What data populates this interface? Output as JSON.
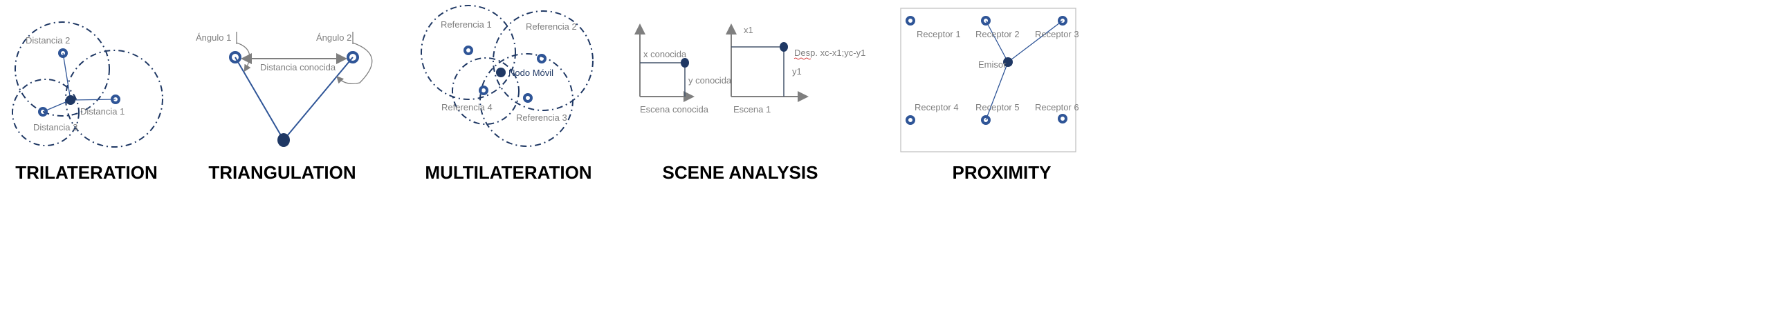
{
  "panels": {
    "trilateration": {
      "title": "TRILATERATION",
      "labels": [
        "Distancia 2",
        "Distancia 1",
        "Distancia 3"
      ]
    },
    "triangulation": {
      "title": "TRIANGULATION",
      "angle1": "Ángulo 1",
      "angle2": "Ángulo 2",
      "distance": "Distancia conocida"
    },
    "multilateration": {
      "title": "MULTILATERATION",
      "labels": [
        "Referencia 1",
        "Referencia 2",
        "Referencia 3",
        "Referencia 4"
      ],
      "mobile": "Nodo Móvil"
    },
    "scene_analysis": {
      "title": "SCENE ANALYSIS",
      "known_x": "x conocida",
      "known_y": "y conocida",
      "known_scene": "Escena conocida",
      "x1": "x1",
      "y1": "y1",
      "displacement": "Desp. xc-x1;yc-y1",
      "scene1": "Escena 1"
    },
    "proximity": {
      "title": "PROXIMITY",
      "receptors": [
        "Receptor 1",
        "Receptor 2",
        "Receptor 3",
        "Receptor 4",
        "Receptor 5",
        "Receptor 6"
      ],
      "emitter": "Emisor"
    }
  },
  "colors": {
    "node": "#2f5597",
    "mobile": "#1f3864",
    "label": "#7f7f7f"
  }
}
